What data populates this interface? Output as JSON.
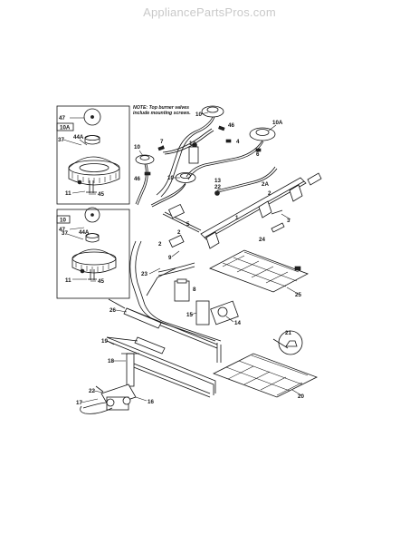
{
  "watermark": "AppliancePartsPros.com",
  "note": {
    "line1": "NOTE: Top burner valves",
    "line2": "include mounting screws."
  },
  "inset_top": {
    "title": "10A",
    "labels": {
      "l47": "47",
      "l37": "37",
      "l44a": "44A",
      "l11": "11",
      "l45": "45"
    }
  },
  "inset_bottom": {
    "title": "10",
    "labels": {
      "l47": "47",
      "l37": "37",
      "l44a": "44A",
      "l11": "11",
      "l45": "45"
    }
  },
  "parts": {
    "p10a_top": "10A",
    "p10_top": "10",
    "p46_top": "46",
    "p4_top": "4",
    "p10_left": "10",
    "p7": "7",
    "p46_left": "46",
    "p10_mid": "10",
    "p6": "6",
    "p12": "12",
    "p13": "13",
    "p22": "22",
    "p2a": "2A",
    "p3": "3",
    "p1": "1",
    "p2_left": "2",
    "p5": "5",
    "p2_mid": "2",
    "p2_right": "2",
    "p24": "24",
    "p23": "23",
    "p9": "9",
    "p8": "8",
    "p25": "25",
    "p26": "26",
    "p15": "15",
    "p14": "14",
    "p19": "19",
    "p21": "21",
    "p18": "18",
    "p20": "20",
    "p22b": "22",
    "p16": "16",
    "p17": "17"
  }
}
